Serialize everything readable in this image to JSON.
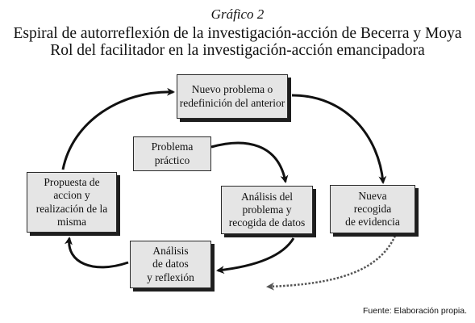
{
  "header": {
    "figure_label": "Gráfico 2",
    "title": "Espiral de autorreflexión de la investigación-acción de Becerra y Moya",
    "subtitle": "Rol del facilitador en la investigación-acción emancipadora"
  },
  "boxes": {
    "new_problem": "Nuevo problema o\nredefinición del anterior",
    "practical_problem": "Problema\npráctico",
    "problem_analysis": "Análisis del\nproblema y\nrecogida de datos",
    "new_evidence": "Nueva\nrecogida\nde evidencia",
    "action_proposal": "Propuesta de\naccion y\nrealización de la\nmisma",
    "data_analysis": "Análisis\nde datos\ny reflexión"
  },
  "source": "Fuente: Elaboración propia.",
  "colors": {
    "box_fill": "#e5e5e5",
    "box_border": "#2a2a2a",
    "shadow": "#1e1e1e",
    "arrow": "#111111",
    "dashed_arrow": "#555555"
  }
}
